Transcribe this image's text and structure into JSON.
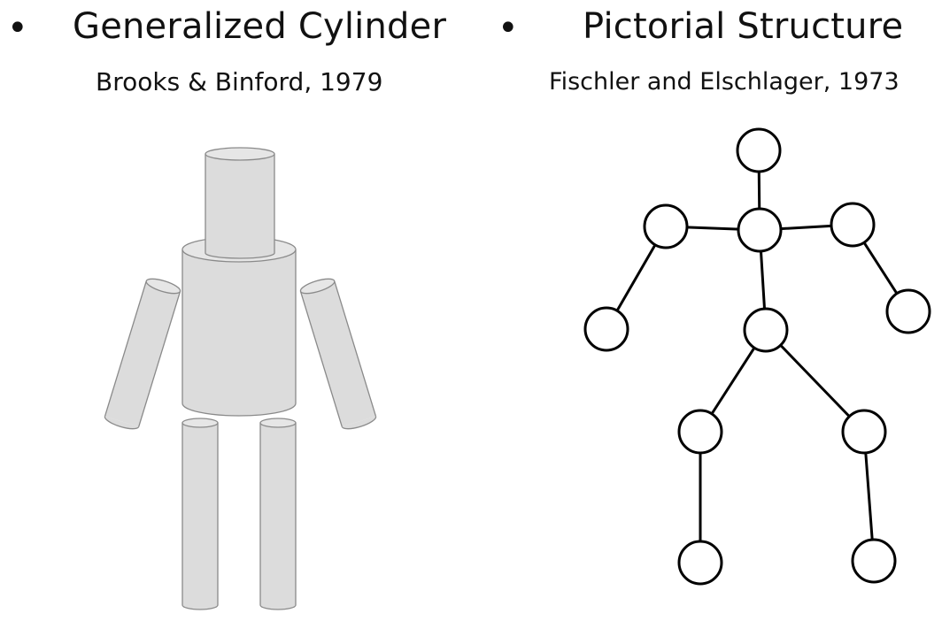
{
  "slide": {
    "left": {
      "bullet": "•",
      "title": "Generalized Cylinder",
      "subtitle": "Brooks & Binford, 1979"
    },
    "right": {
      "bullet": "•",
      "title": "Pictorial Structure",
      "subtitle": "Fischler and Elschlager, 1973"
    }
  },
  "colors": {
    "cylinder_fill": "#dcdcdc",
    "cylinder_top": "#e6e6e6",
    "cylinder_stroke": "#8a8a8a",
    "graph_stroke": "#000000",
    "node_fill": "#ffffff"
  }
}
